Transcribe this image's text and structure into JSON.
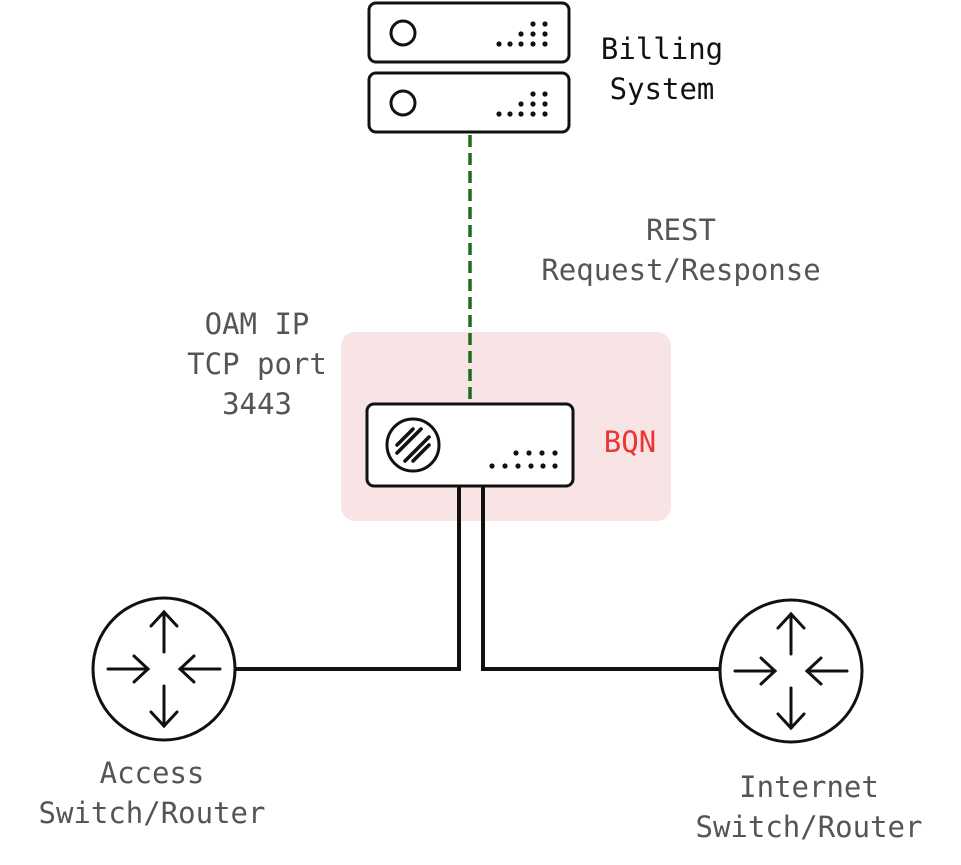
{
  "billing": {
    "label_line1": "Billing",
    "label_line2": "System",
    "server_icon": "server-rack-icon"
  },
  "link": {
    "label_line1": "REST",
    "label_line2": "Request/Response",
    "style": "dashed",
    "color": "#1d6b1d"
  },
  "oam": {
    "line1": "OAM IP",
    "line2": "TCP port",
    "line3": "3443"
  },
  "bqn": {
    "label": "BQN",
    "label_color": "#ee3333",
    "highlight_color": "#f8e4e4",
    "logo_icon": "bqn-logo-icon"
  },
  "access_router": {
    "label_line1": "Access",
    "label_line2": "Switch/Router",
    "icon": "router-icon"
  },
  "internet_router": {
    "label_line1": "Internet",
    "label_line2": "Switch/Router",
    "icon": "router-icon"
  },
  "colors": {
    "stroke": "#111111",
    "label_gray": "#555555"
  }
}
